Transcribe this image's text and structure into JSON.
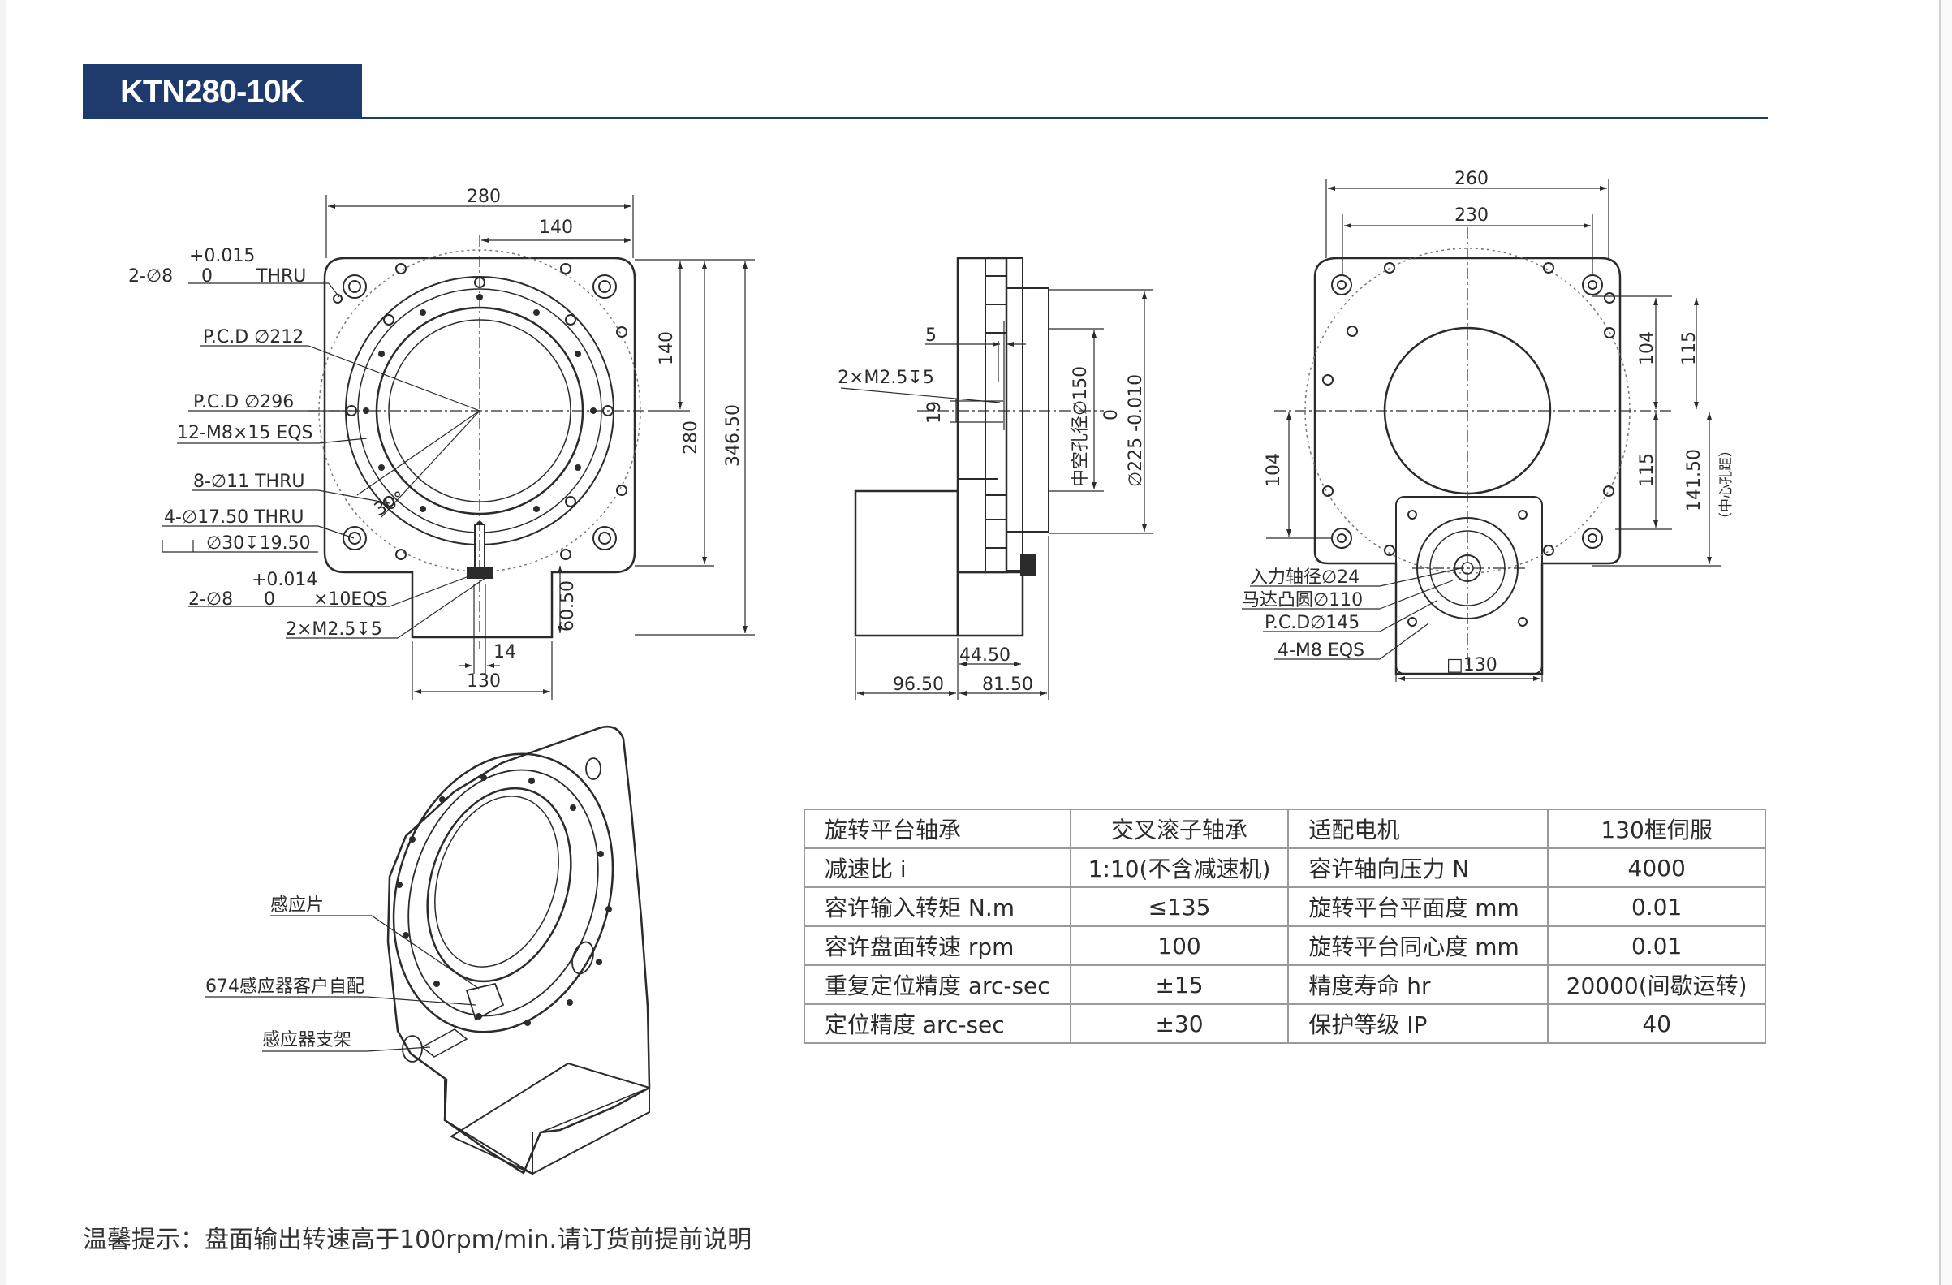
{
  "header": {
    "model": "KTN280-10K"
  },
  "front_view": {
    "dim_width": "280",
    "dim_half_width": "140",
    "tol_upper_1": "+0.015",
    "tol_lower_1": "0",
    "pin_hole_1": "2-∅8",
    "thru_1": "THRU",
    "pcd_212": "P.C.D ∅212",
    "pcd_296": "P.C.D ∅296",
    "m8_holes": "12-M8×15 EQS",
    "holes_11": "8-∅11 THRU",
    "holes_17": "4-∅17.50 THRU",
    "counterbore": "∅30↧19.50",
    "tol_upper_2": "+0.014",
    "tol_lower_2": "0",
    "pin_hole_2": "2-∅8",
    "eqs_10": "×10EQS",
    "m25_1": "2×M2.5↧5",
    "angle": "30°",
    "dim_14": "14",
    "dim_130": "130",
    "dim_6050": "60.50",
    "dim_140v": "140",
    "dim_280v": "280",
    "dim_34650": "346.50"
  },
  "side_view": {
    "dim_5": "5",
    "m25_2": "2×M2.5↧5",
    "dim_19": "19",
    "hollow_bore": "中空孔径∅150",
    "tol_upper_225": "0",
    "dia_225": "∅225 -0.010",
    "dim_4450": "44.50",
    "dim_9650": "96.50",
    "dim_8150": "81.50"
  },
  "bottom_view": {
    "dim_260": "260",
    "dim_230": "230",
    "dim_104a": "104",
    "dim_115a": "115",
    "dim_104b": "104",
    "dim_115b": "115",
    "dim_14150": "141.50",
    "center_dist": "（中心孔距）",
    "input_shaft": "入力轴径∅24",
    "motor_boss": "马达凸圆∅110",
    "pcd_145": "P.C.D∅145",
    "m8_eqs": "4-M8 EQS",
    "square_130": "□130"
  },
  "iso_view": {
    "label_sensor_plate": "感应片",
    "label_sensor_customer": "674感应器客户自配",
    "label_sensor_bracket": "感应器支架"
  },
  "specs": [
    [
      "旋转平台轴承",
      "交叉滚子轴承",
      "适配电机",
      "130框伺服"
    ],
    [
      "减速比 i",
      "1:10(不含减速机)",
      "容许轴向压力 N",
      "4000"
    ],
    [
      "容许输入转矩 N.m",
      "≤135",
      "旋转平台平面度 mm",
      "0.01"
    ],
    [
      "容许盘面转速 rpm",
      "100",
      "旋转平台同心度 mm",
      "0.01"
    ],
    [
      "重复定位精度 arc-sec",
      "±15",
      "精度寿命 hr",
      "20000(间歇运转)"
    ],
    [
      "定位精度 arc-sec",
      "±30",
      "保护等级 IP",
      "40"
    ]
  ],
  "footnote": "温馨提示：盘面输出转速高于100rpm/min.请订货前提前说明"
}
